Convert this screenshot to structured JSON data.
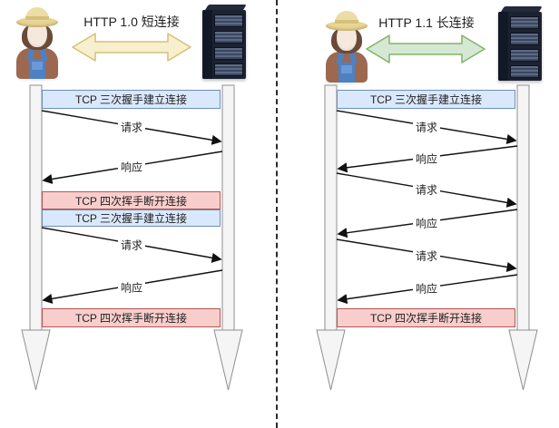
{
  "left_panel": {
    "title": "HTTP 1.0 短连接",
    "connect_box_1": "TCP 三次握手建立连接",
    "cycle_1": {
      "request": "请求",
      "response": "响应"
    },
    "disconnect_box_1": "TCP 四次挥手断开连接",
    "connect_box_2": "TCP 三次握手建立连接",
    "cycle_2": {
      "request": "请求",
      "response": "响应"
    },
    "disconnect_box_2": "TCP 四次挥手断开连接"
  },
  "right_panel": {
    "title": "HTTP 1.1 长连接",
    "connect_box": "TCP 三次握手建立连接",
    "exchanges": [
      {
        "request": "请求",
        "response": "响应"
      },
      {
        "request": "请求",
        "response": "响应"
      },
      {
        "request": "请求",
        "response": "响应"
      }
    ],
    "disconnect_box": "TCP 四次挥手断开连接"
  },
  "icons": {
    "client": "farmer-user-icon",
    "server": "server-rack-icon",
    "left_link_arrow": "yellow-double-arrow-icon",
    "right_link_arrow": "green-double-arrow-icon",
    "lifeline_end": "down-arrow-icon"
  },
  "colors": {
    "connect_box_fill": "#dae8fc",
    "connect_box_border": "#6c8ebf",
    "disconnect_box_fill": "#f8cecc",
    "disconnect_box_border": "#b85450",
    "yellow_arrow_fill": "#f7efcd",
    "yellow_arrow_border": "#d3c276",
    "green_arrow_fill": "#d5e8d4",
    "green_arrow_border": "#82b366",
    "lifeline_fill": "#f5f5f5",
    "lifeline_border": "#8f8f8f"
  }
}
